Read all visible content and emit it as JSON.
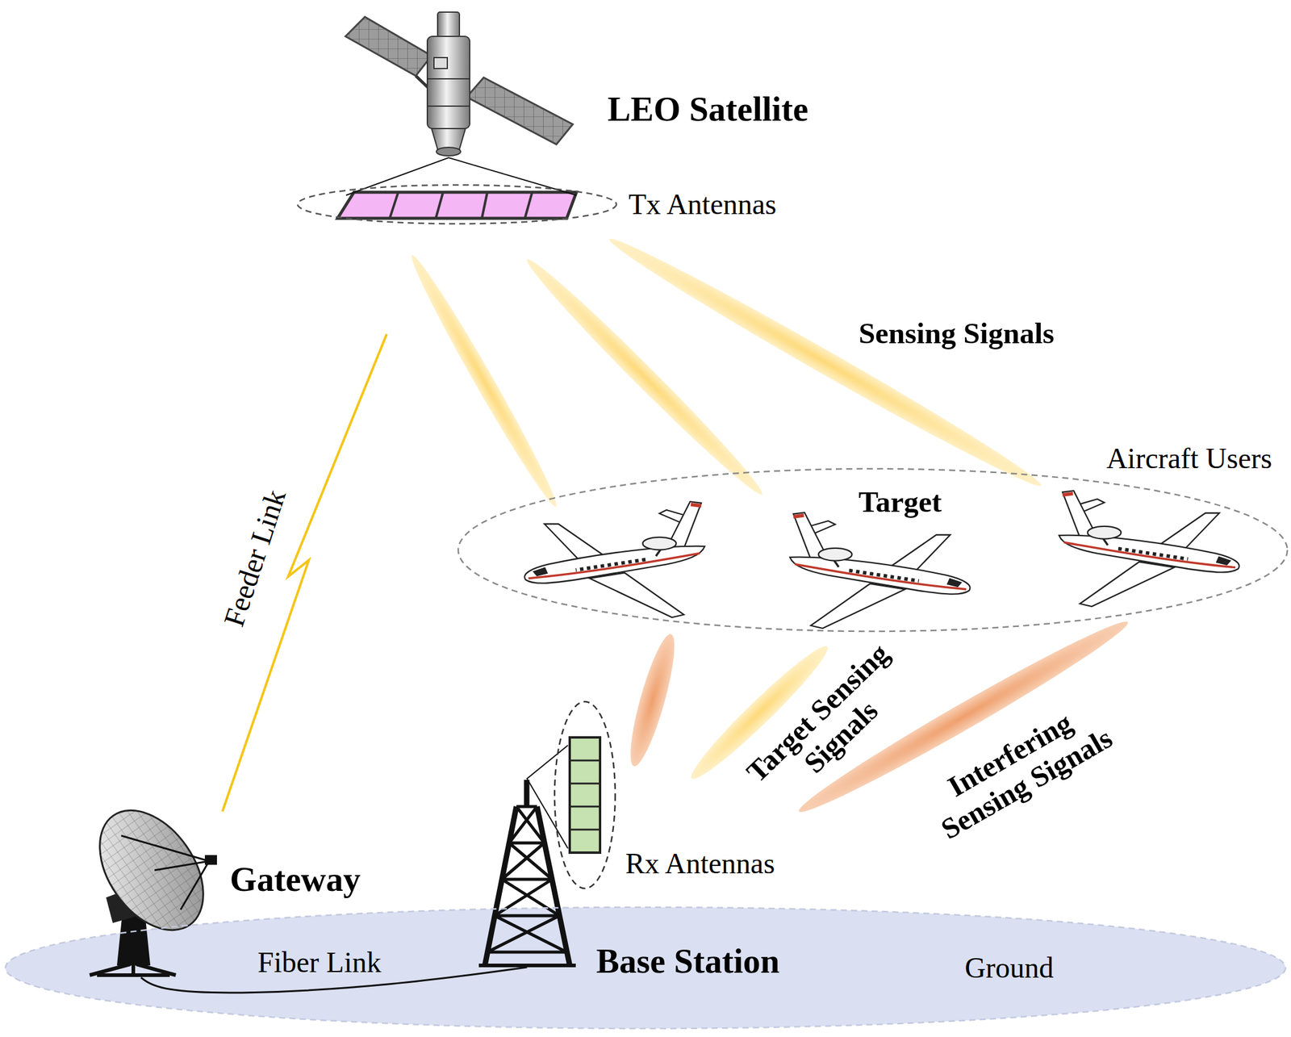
{
  "diagram": {
    "nodes": [
      {
        "text": [
          "LEO Satellite"
        ]
      },
      {
        "text": [
          "Tx Antennas"
        ]
      },
      {
        "text": [
          "Aircraft Users"
        ]
      },
      {
        "text": [
          "Target"
        ],
        "in": 2
      },
      {
        "text": [
          "Rx Antennas"
        ]
      },
      {
        "text": [
          "Ground"
        ]
      },
      {
        "text": [
          "Gateway"
        ],
        "in": 5
      },
      {
        "text": [
          "Base Station"
        ],
        "in": 5
      }
    ],
    "edges": [
      {
        "from": 6,
        "to": 0,
        "label": "Feeder Link",
        "arrow": "none"
      },
      {
        "from": 6,
        "to": 7,
        "label": "Fiber Link",
        "arrow": "none"
      },
      {
        "from": 0,
        "to": 1,
        "arrow": "none"
      },
      {
        "from": 7,
        "to": 4,
        "arrow": "none"
      }
    ],
    "labels": [
      "Sensing Signals",
      "Target Sensing Signals",
      "Interfering Sensing Signals"
    ]
  }
}
